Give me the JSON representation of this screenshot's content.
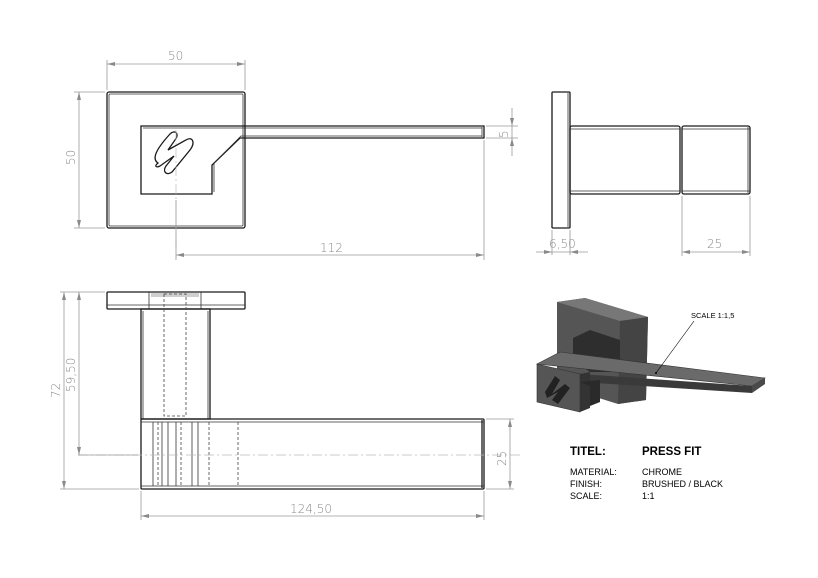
{
  "drawing": {
    "views": [
      "front-view",
      "side-view",
      "top-view",
      "isometric-view"
    ],
    "dimensions": {
      "front_width": "50",
      "front_height": "50",
      "lever_length": "112",
      "lever_thickness": "5",
      "rose_thickness": "6,50",
      "grip_length": "25",
      "total_height": "72",
      "spindle_height": "59,50",
      "lever_width": "25",
      "total_length": "124,50"
    },
    "iso_note": "SCALE 1:1,5"
  },
  "title_block": {
    "title_label": "TITEL:",
    "title_value": "PRESS FIT",
    "rows": [
      {
        "label": "MATERIAL:",
        "value": "CHROME"
      },
      {
        "label": "FINISH:",
        "value": "BRUSHED / BLACK"
      },
      {
        "label": "SCALE:",
        "value": "1:1"
      }
    ]
  },
  "colors": {
    "line": "#1a1a1a",
    "dimension": "#9a9a9a",
    "iso_dark": "#3a3a3a",
    "iso_mid": "#5a5a5a",
    "iso_light": "#808080"
  }
}
